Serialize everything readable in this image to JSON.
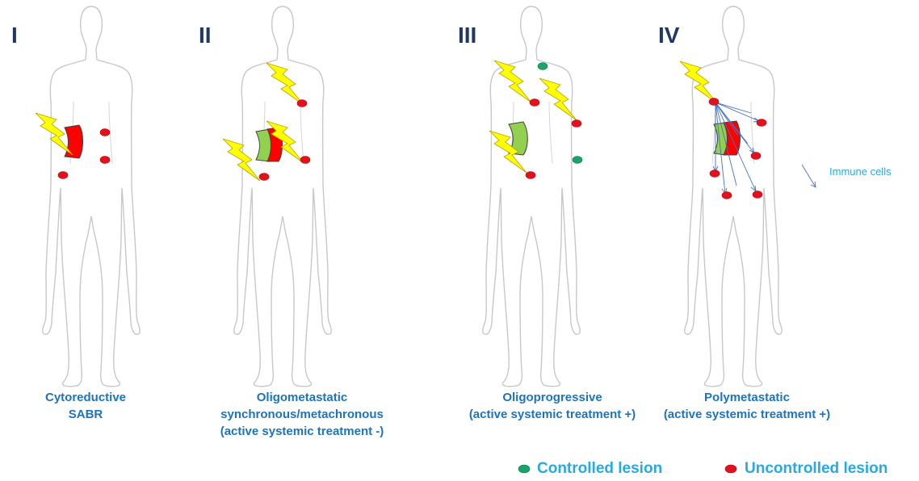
{
  "panels": [
    {
      "numeral": "I",
      "caption": [
        "Cytoreductive",
        "SABR"
      ]
    },
    {
      "numeral": "II",
      "caption": [
        "Oligometastatic",
        "synchronous/metachronous",
        "(active systemic treatment -)"
      ]
    },
    {
      "numeral": "III",
      "caption": [
        "Oligoprogressive",
        "(active systemic treatment +)"
      ]
    },
    {
      "numeral": "IV",
      "caption": [
        "Polymetastatic",
        "(active systemic treatment +)"
      ]
    }
  ],
  "annotation": {
    "immune_cells": "Immune cells"
  },
  "legend": {
    "controlled": "Controlled lesion",
    "uncontrolled": "Uncontrolled lesion"
  },
  "colors": {
    "controlled_lesion": "#1aa36b",
    "uncontrolled_lesion": "#e3101e",
    "radiation_bolt": "#ffff00",
    "green_field": "#92d050",
    "red_field": "#ff0000",
    "immune_arrow": "#4472c4",
    "body_outline": "#c8c8c8",
    "numeral_color": "#1f3864",
    "caption_color": "#1e73be"
  }
}
